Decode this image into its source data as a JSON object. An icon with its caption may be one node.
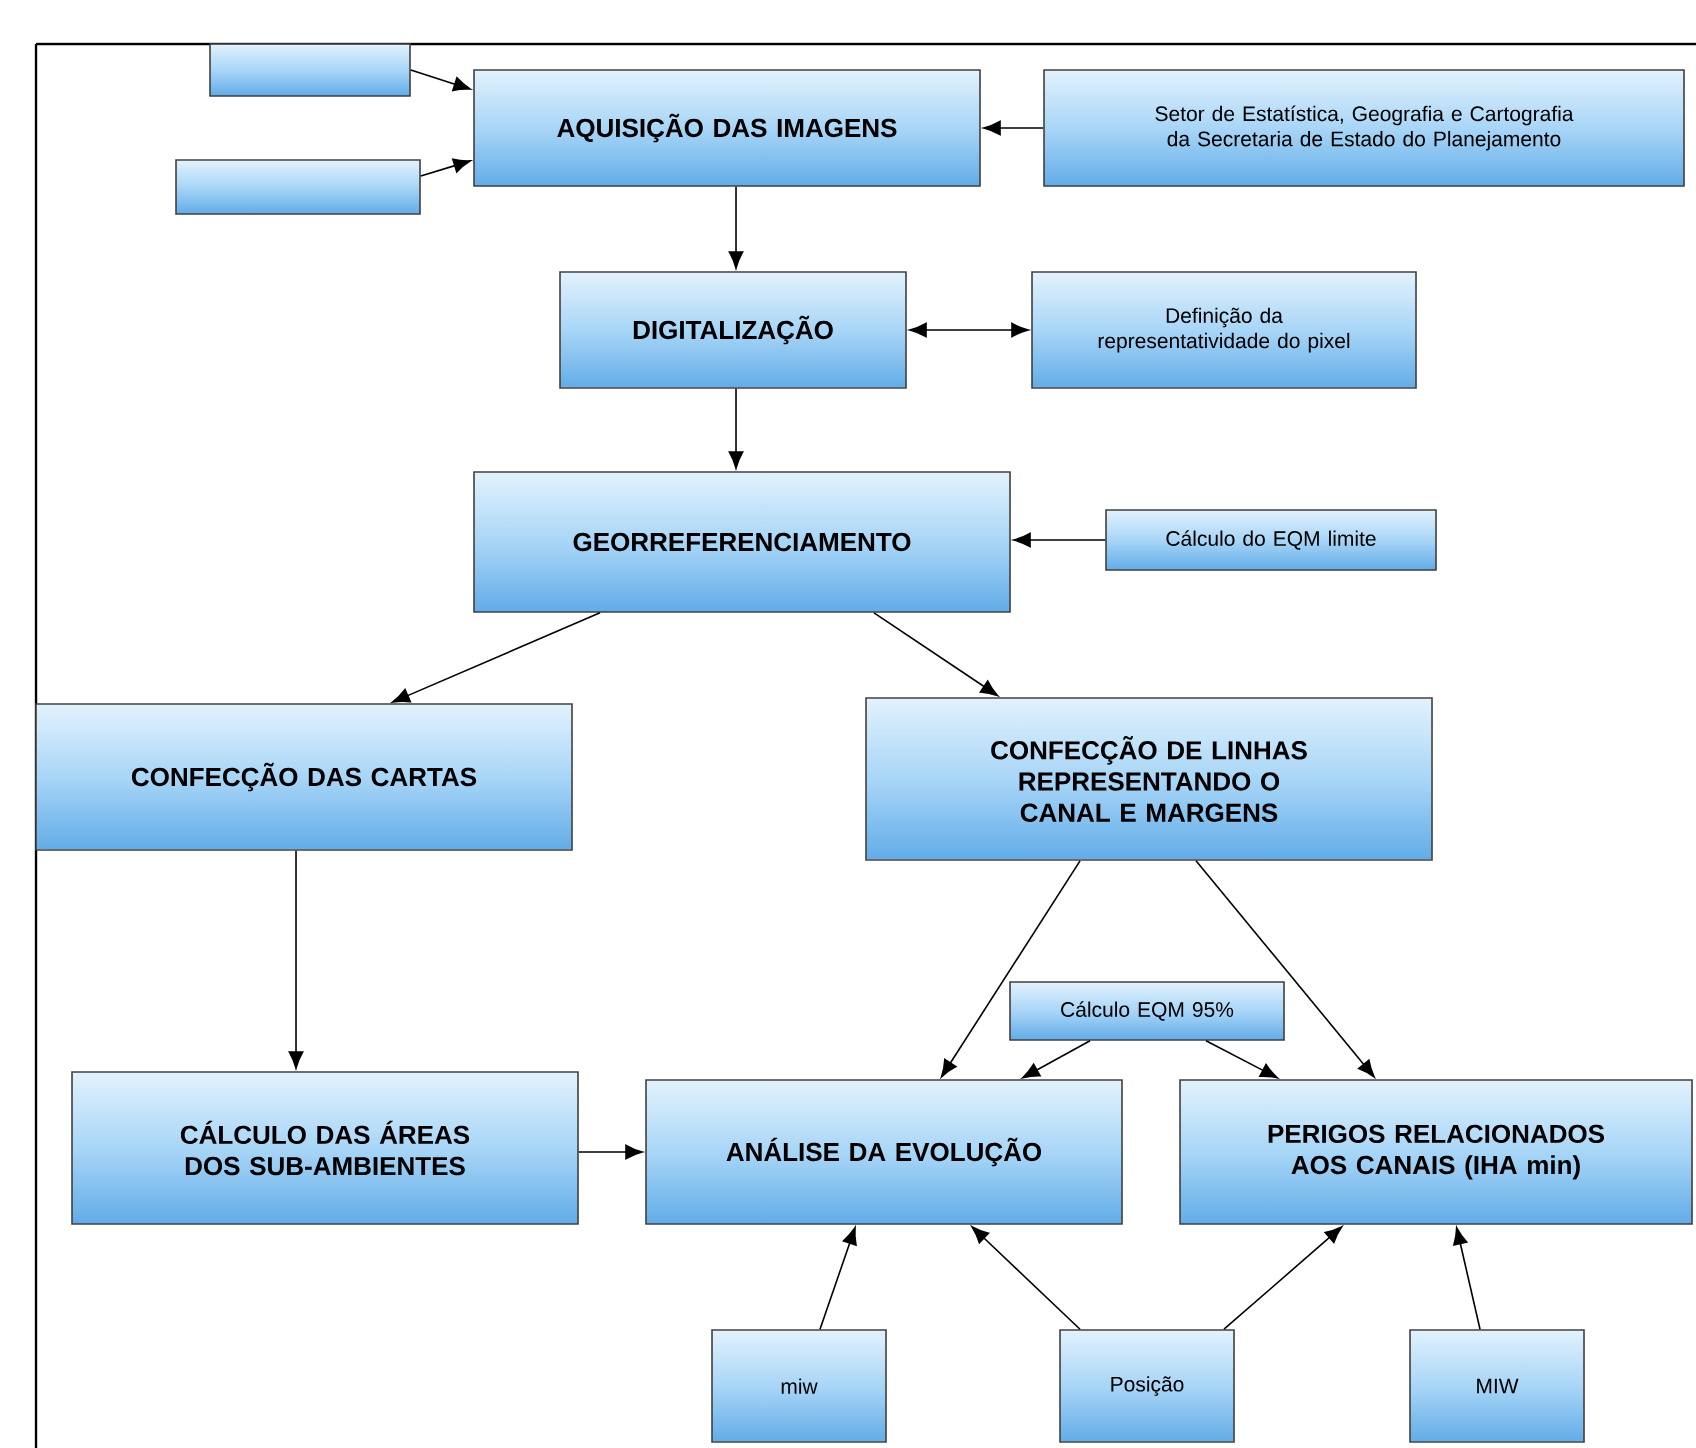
{
  "diagram": {
    "nodes": [
      {
        "text": [],
        "shape": "box"
      },
      {
        "text": [],
        "shape": "box"
      },
      {
        "text": [
          "AQUISIÇÃO DAS IMAGENS"
        ]
      },
      {
        "text": [
          "Setor de Estatística, Geografia e Cartografia da Secretaria de Estado do Planejamento"
        ]
      },
      {
        "text": [
          "DIGITALIZAÇÃO"
        ]
      },
      {
        "text": [
          "Definição da representatividade do pixel"
        ]
      },
      {
        "text": [
          "GEORREFERENCIAMENTO"
        ]
      },
      {
        "text": [
          "Cálculo do EQM limite"
        ]
      },
      {
        "text": [
          "CONFECÇÃO DAS CARTAS"
        ]
      },
      {
        "text": [
          "CONFECÇÃO DE LINHAS REPRESENTANDO O CANAL E MARGENS"
        ]
      },
      {
        "text": [
          "Cálculo EQM 95%"
        ]
      },
      {
        "text": [
          "CÁLCULO DAS ÁREAS DOS SUB-AMBIENTES"
        ]
      },
      {
        "text": [
          "ANÁLISE DA EVOLUÇÃO"
        ]
      },
      {
        "text": [
          "PERIGOS RELACIONADOS AOS CANAIS (IHA min)"
        ]
      },
      {
        "text": [
          "miw"
        ]
      },
      {
        "text": [
          "Posição"
        ]
      },
      {
        "text": [
          "MIW"
        ]
      }
    ],
    "edges": [
      {
        "from": 0,
        "to": 2,
        "arrow": "to"
      },
      {
        "from": 1,
        "to": 2,
        "arrow": "to"
      },
      {
        "from": 3,
        "to": 2,
        "arrow": "to"
      },
      {
        "from": 2,
        "to": 4,
        "arrow": "to"
      },
      {
        "from": 4,
        "to": 5,
        "arrow": "both"
      },
      {
        "from": 4,
        "to": 6,
        "arrow": "to"
      },
      {
        "from": 7,
        "to": 6,
        "arrow": "to"
      },
      {
        "from": 6,
        "to": 8,
        "arrow": "to"
      },
      {
        "from": 6,
        "to": 9,
        "arrow": "to"
      },
      {
        "from": 9,
        "to": 12,
        "arrow": "to"
      },
      {
        "from": 9,
        "to": 13,
        "arrow": "to"
      },
      {
        "from": 10,
        "to": 12,
        "arrow": "to"
      },
      {
        "from": 10,
        "to": 13,
        "arrow": "to"
      },
      {
        "from": 8,
        "to": 11,
        "arrow": "to"
      },
      {
        "from": 11,
        "to": 12,
        "arrow": "to"
      },
      {
        "from": 14,
        "to": 12,
        "arrow": "to"
      },
      {
        "from": 15,
        "to": 12,
        "arrow": "to"
      },
      {
        "from": 15,
        "to": 13,
        "arrow": "to"
      },
      {
        "from": 16,
        "to": 13,
        "arrow": "to"
      }
    ]
  }
}
